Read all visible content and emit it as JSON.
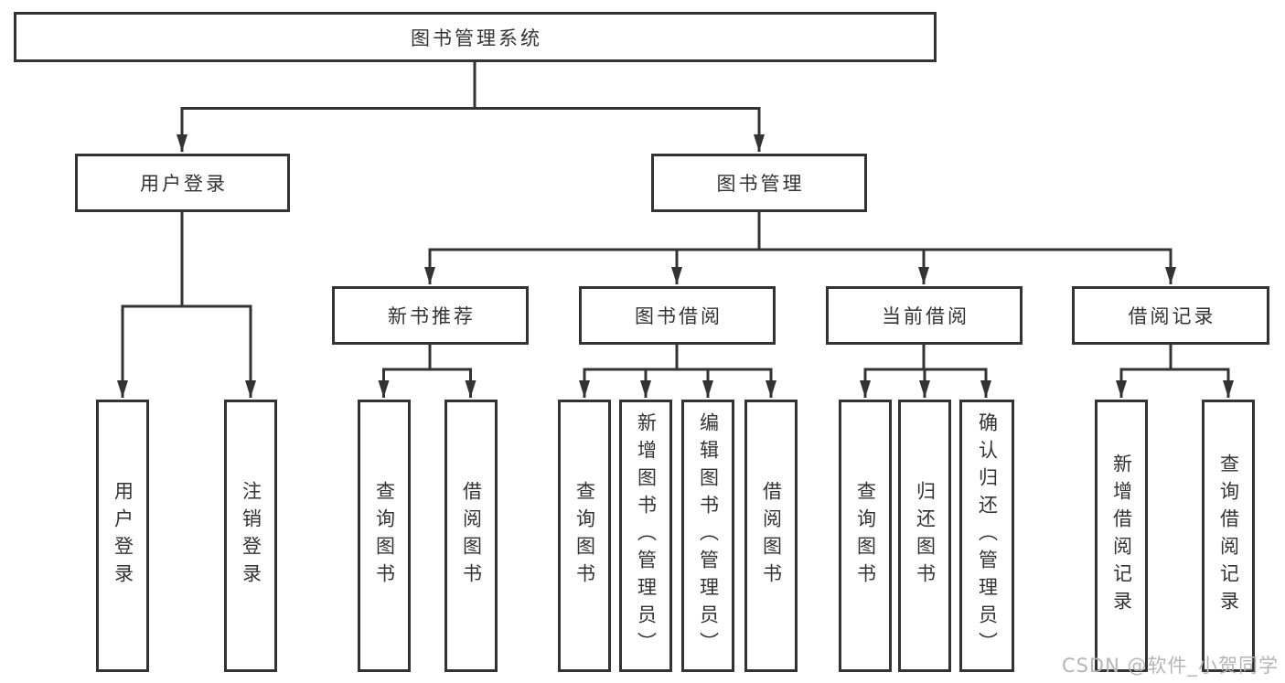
{
  "diagram": {
    "root": {
      "label": "图书管理系统"
    },
    "level2": [
      {
        "label": "用户登录"
      },
      {
        "label": "图书管理"
      }
    ],
    "level3": [
      {
        "label": "新书推荐"
      },
      {
        "label": "图书借阅"
      },
      {
        "label": "当前借阅"
      },
      {
        "label": "借阅记录"
      }
    ],
    "leaves": [
      {
        "label": "用户登录"
      },
      {
        "label": "注销登录"
      },
      {
        "label": "查询图书"
      },
      {
        "label": "借阅图书"
      },
      {
        "label": "查询图书"
      },
      {
        "label": "新增图书（管理员）"
      },
      {
        "label": "编辑图书（管理员）"
      },
      {
        "label": "借阅图书"
      },
      {
        "label": "查询图书"
      },
      {
        "label": "归还图书"
      },
      {
        "label": "确认归还（管理员）"
      },
      {
        "label": "新增借阅记录"
      },
      {
        "label": "查询借阅记录"
      }
    ]
  },
  "watermark": {
    "text": "CSDN @软件_小贺同学"
  },
  "colors": {
    "line": "#333333",
    "text": "#333333",
    "background": "#ffffff",
    "watermark": "#b5b5b5"
  }
}
